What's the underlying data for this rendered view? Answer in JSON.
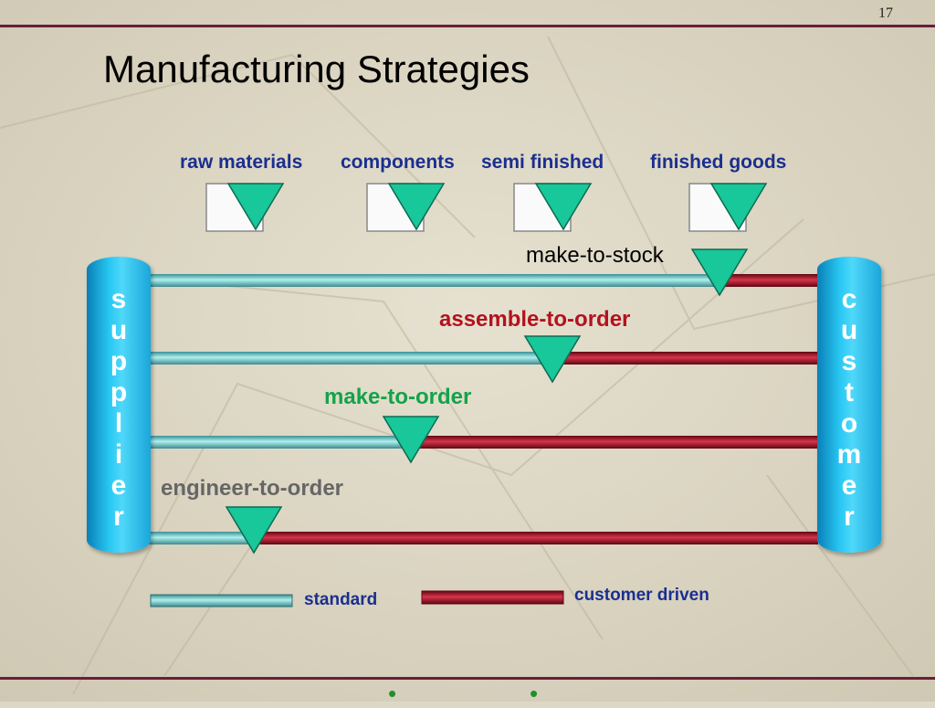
{
  "page_number": "17",
  "title": "Manufacturing Strategies",
  "stages": [
    {
      "label": "raw materials"
    },
    {
      "label": "components"
    },
    {
      "label": "semi finished"
    },
    {
      "label": "finished goods"
    }
  ],
  "strategies": [
    {
      "label": "make-to-stock"
    },
    {
      "label": "assemble-to-order"
    },
    {
      "label": "make-to-order"
    },
    {
      "label": "engineer-to-order"
    }
  ],
  "supplier_letters": [
    "s",
    "u",
    "p",
    "p",
    "l",
    "i",
    "e",
    "r"
  ],
  "customer_letters": [
    "c",
    "u",
    "s",
    "t",
    "o",
    "m",
    "e",
    "r"
  ],
  "legend": {
    "standard": "standard",
    "customer_driven": "customer driven"
  },
  "colors": {
    "standard_pipe": "#6fc7c9",
    "customer_pipe": "#b0142a",
    "triangle": "#18c79a",
    "cylinder": "#28c7f2",
    "stage_text": "#1b2f8f",
    "assemble_text": "#b3121f",
    "make_to_order_text": "#13a34a",
    "engineer_text": "#666666",
    "rule": "#6b1e3a"
  }
}
